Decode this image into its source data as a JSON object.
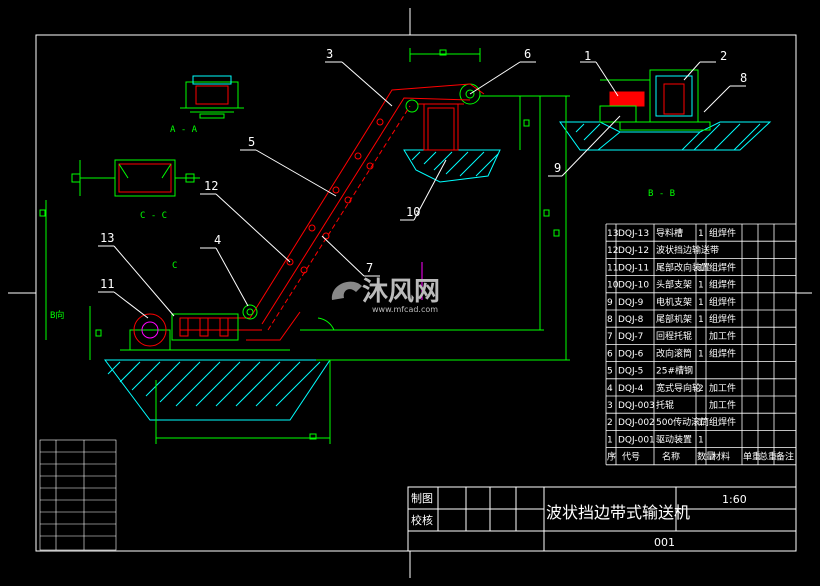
{
  "colors": {
    "background": "#000000",
    "frame": "#ffffff",
    "structure": "#00ff00",
    "belt": "#ff0000",
    "ground": "#00ffff",
    "dimension": "#00ff00",
    "accent": "#ff00ff",
    "leader": "#ffffff"
  },
  "drawing": {
    "title": "波状挡边带式输送机",
    "scale": "1:60",
    "drawing_number": "001",
    "label_draw": "制图",
    "label_check": "校核",
    "watermark_text": "沐风网",
    "watermark_url": "www.mfcad.com",
    "view_aa": "A - A",
    "view_bb": "B - B",
    "view_cc": "C - C",
    "view_b_direction": "B向",
    "view_c": "C"
  },
  "callouts": [
    "1",
    "2",
    "3",
    "4",
    "5",
    "6",
    "7",
    "8",
    "9",
    "10",
    "11",
    "12",
    "13"
  ],
  "parts_list": {
    "rows": [
      {
        "seq": "13",
        "code": "DQJ-13",
        "name": "导料槽",
        "qty": "1",
        "material": "组焊件"
      },
      {
        "seq": "12",
        "code": "DQJ-12",
        "name": "波状挡边输送带",
        "qty": "",
        "material": ""
      },
      {
        "seq": "11",
        "code": "DQJ-11",
        "name": "尾部改向装置",
        "qty": "1",
        "material": "组焊件"
      },
      {
        "seq": "10",
        "code": "DQJ-10",
        "name": "头部支架",
        "qty": "1",
        "material": "组焊件"
      },
      {
        "seq": "9",
        "code": "DQJ-9",
        "name": "电机支架",
        "qty": "1",
        "material": "组焊件"
      },
      {
        "seq": "8",
        "code": "DQJ-8",
        "name": "尾部机架",
        "qty": "1",
        "material": "组焊件"
      },
      {
        "seq": "7",
        "code": "DQJ-7",
        "name": "回程托辊",
        "qty": "",
        "material": "加工件"
      },
      {
        "seq": "6",
        "code": "DQJ-6",
        "name": "改向滚筒",
        "qty": "1",
        "material": "组焊件"
      },
      {
        "seq": "5",
        "code": "DQJ-5",
        "name": "25#槽钢",
        "qty": "",
        "material": ""
      },
      {
        "seq": "4",
        "code": "DQJ-4",
        "name": "宽式导向轮",
        "qty": "2",
        "material": "加工件"
      },
      {
        "seq": "3",
        "code": "DQJ-003",
        "name": "托辊",
        "qty": "",
        "material": "加工件"
      },
      {
        "seq": "2",
        "code": "DQJ-002",
        "name": "500传动滚筒",
        "qty": "1",
        "material": "组焊件"
      },
      {
        "seq": "1",
        "code": "DQJ-001",
        "name": "驱动装置",
        "qty": "1",
        "material": ""
      }
    ],
    "header": [
      "序",
      "代号",
      "名称",
      "数量",
      "材料",
      "单重",
      "总重",
      "备注"
    ]
  }
}
